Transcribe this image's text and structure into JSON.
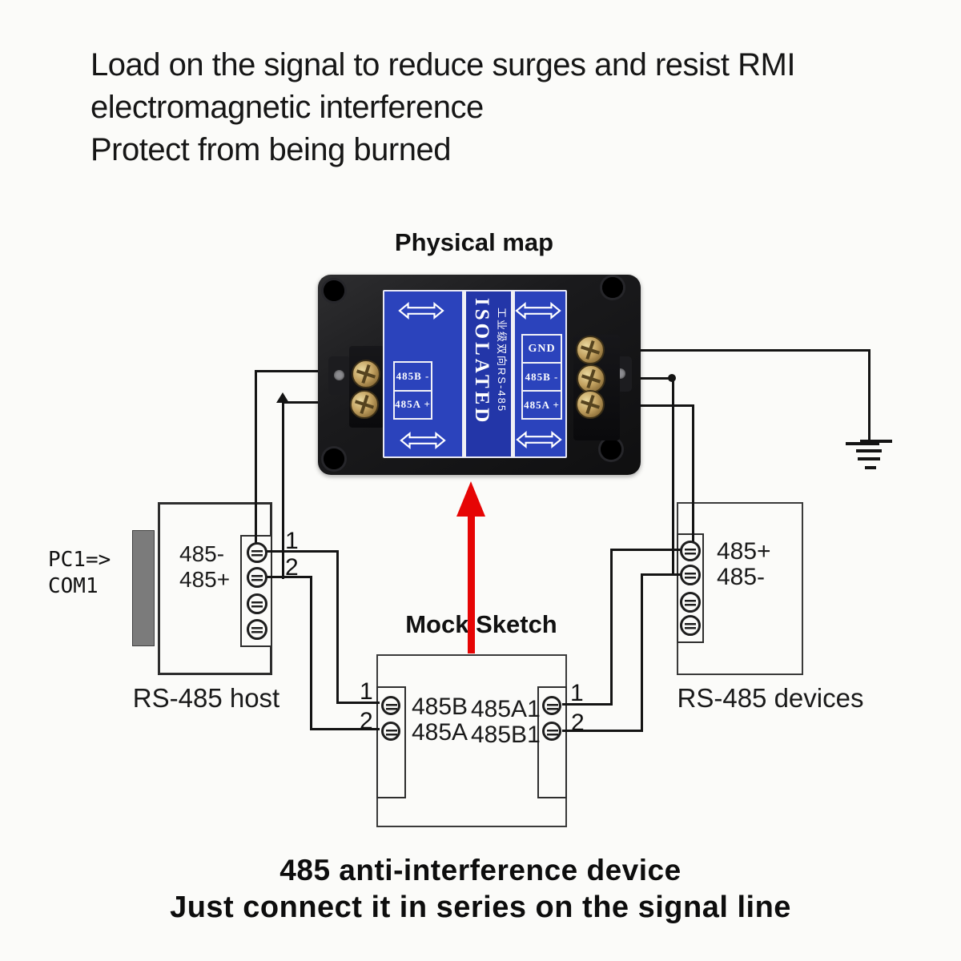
{
  "header": {
    "lines": [
      "Load on the signal to reduce surges and resist RMI",
      "electromagnetic interference",
      "Protect from being burned"
    ]
  },
  "physical_map": {
    "title": "Physical map"
  },
  "device": {
    "brand_vertical": "ISOLATED",
    "brand_chinese": "工业级双向RS-485",
    "left_box": {
      "rows": [
        "485B -",
        "485A +"
      ]
    },
    "right_box": {
      "rows": [
        "GND",
        "485B -",
        "485A +"
      ]
    }
  },
  "host": {
    "pc_label_line1": "PC1=>",
    "pc_label_line2": "COM1",
    "signal_labels": [
      "485-",
      "485+"
    ],
    "terminal_numbers": [
      "1",
      "2"
    ],
    "caption": "RS-485 host"
  },
  "mock": {
    "title": "Mock Sketch",
    "left_numbers": [
      "1",
      "2"
    ],
    "right_numbers": [
      "1",
      "2"
    ],
    "labels_row1": [
      "485B",
      "485A1"
    ],
    "labels_row2": [
      "485A",
      "485B1"
    ]
  },
  "devices": {
    "signal_labels": [
      "485+",
      "485-"
    ],
    "caption": "RS-485 devices"
  },
  "footer": {
    "lines": [
      "485 anti-interference device",
      "Just connect it in series on the signal line"
    ]
  },
  "colors": {
    "label_blue": "#2b43bc",
    "strip_blue": "#2336a8",
    "arrow_red": "#e60505",
    "wire": "#141414",
    "connector_gray": "#7b7b7b"
  }
}
